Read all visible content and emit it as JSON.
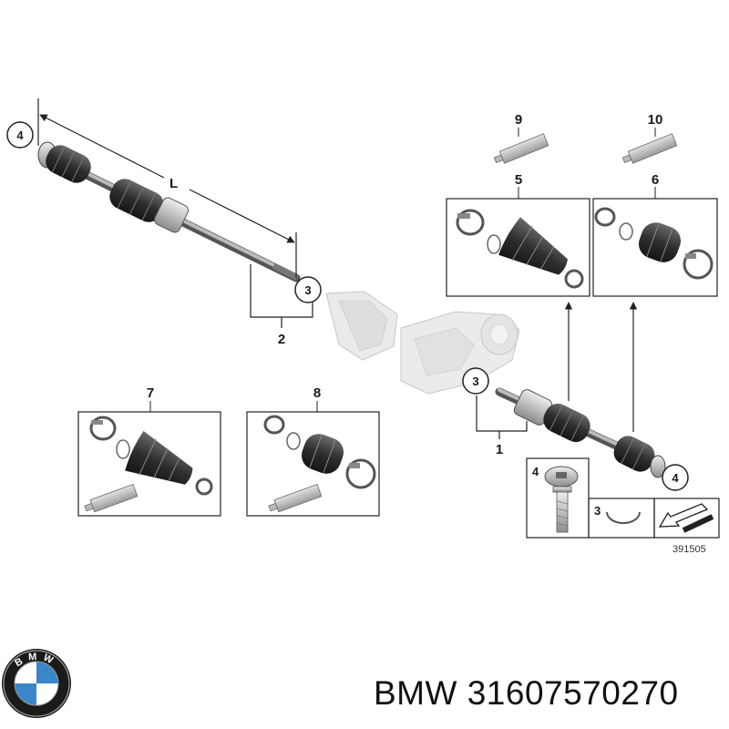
{
  "callouts": {
    "c1": "1",
    "c2": "2",
    "c3a": "3",
    "c3b": "3",
    "c4a": "4",
    "c4b": "4",
    "c5": "5",
    "c6": "6",
    "c7": "7",
    "c8": "8",
    "c9": "9",
    "c10": "10",
    "dim_L": "L",
    "inset_4": "4",
    "inset_3": "3"
  },
  "reference_number": "391505",
  "brand": {
    "logo_letters": "BMW",
    "name": "BMW",
    "part_number": "31607570270"
  }
}
